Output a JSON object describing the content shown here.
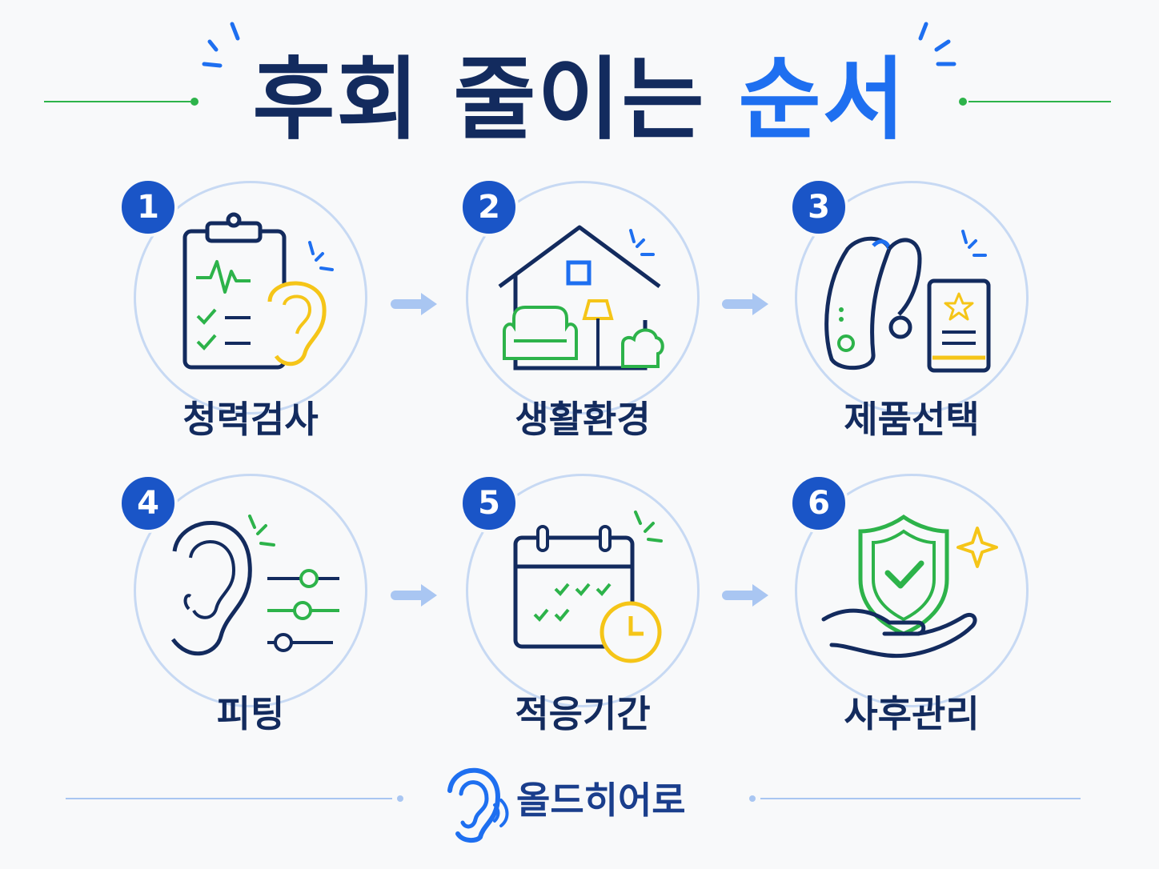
{
  "title": {
    "main": "후회 줄이는",
    "accent": "순서"
  },
  "steps": [
    {
      "number": "1",
      "label": "청력검사",
      "icon": "clipboard-ear-icon"
    },
    {
      "number": "2",
      "label": "생활환경",
      "icon": "house-icon"
    },
    {
      "number": "3",
      "label": "제품선택",
      "icon": "hearing-aid-icon"
    },
    {
      "number": "4",
      "label": "피팅",
      "icon": "ear-sliders-icon"
    },
    {
      "number": "5",
      "label": "적응기간",
      "icon": "calendar-clock-icon"
    },
    {
      "number": "6",
      "label": "사후관리",
      "icon": "shield-hand-icon"
    }
  ],
  "brand": {
    "name": "올드히어로",
    "icon": "ear-logo-icon"
  },
  "colors": {
    "navy": "#132b5e",
    "blue": "#1e6ff0",
    "badge": "#1a55c7",
    "green": "#2db34a",
    "yellow": "#f5c518",
    "arrow": "#a9c6f2",
    "circle": "#c7d9f3"
  }
}
